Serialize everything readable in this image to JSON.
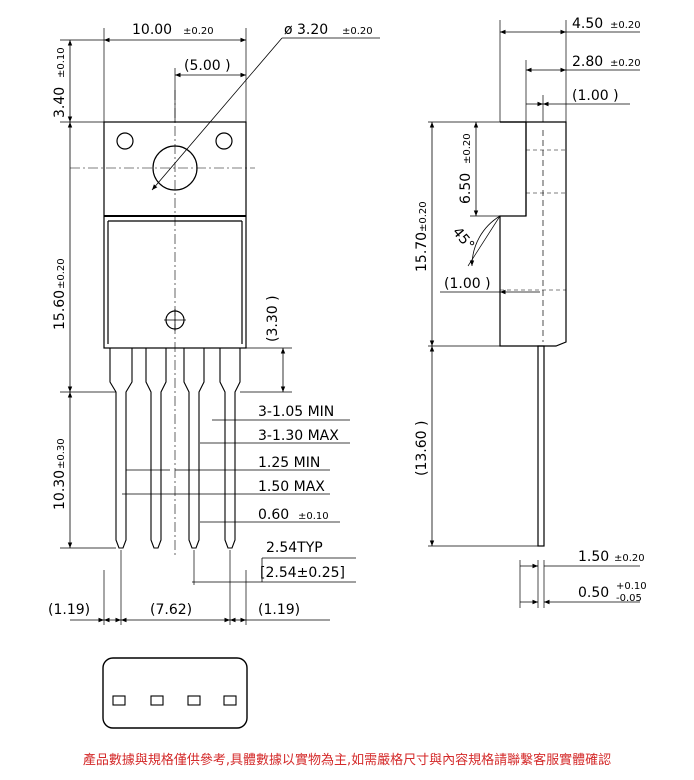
{
  "front_view": {
    "width": "10.00",
    "width_tol": "±0.20",
    "hole_spacing": "(5.00 )",
    "hole_dia": "ø 3.20",
    "hole_dia_tol": "±0.20",
    "tab_height": "3.40",
    "tab_height_tol": "±0.10",
    "body_height": "15.60",
    "body_height_tol": "±0.20",
    "lead_length": "10.30",
    "lead_length_tol": "±0.30",
    "shoulder": "(3.30 )",
    "lead_width_min": "3-1.05 MIN",
    "lead_width_max": "3-1.30 MAX",
    "lead2_min": "1.25 MIN",
    "lead2_max": "1.50 MAX",
    "lead_tip": "0.60",
    "lead_tip_tol": "±0.10",
    "pitch": "2.54TYP",
    "pitch_tol": "[2.54±0.25]",
    "edge_left": "(1.19)",
    "span": "(7.62)",
    "edge_right": "(1.19)"
  },
  "side_view": {
    "thickness": "4.50",
    "thickness_tol": "±0.20",
    "tab_thickness": "2.80",
    "tab_thickness_tol": "±0.20",
    "tab_step": "(1.00 )",
    "tab_depth": "6.50",
    "tab_depth_tol": "±0.20",
    "height": "15.70",
    "height_tol": "±0.20",
    "chamfer_angle": "45°",
    "body_step": "(1.00 )",
    "lead_length": "(13.60 )",
    "lead_offset": "1.50",
    "lead_offset_tol": "±0.20",
    "lead_thk": "0.50",
    "lead_thk_tol_plus": "+0.10",
    "lead_thk_tol_minus": "-0.05"
  },
  "footnote": "產品數據與規格僅供參考,具體數據以實物為主,如需嚴格尺寸與內容規格請聯繫客服實體確認",
  "colors": {
    "line": "#000000",
    "note": "#d42a2a"
  }
}
